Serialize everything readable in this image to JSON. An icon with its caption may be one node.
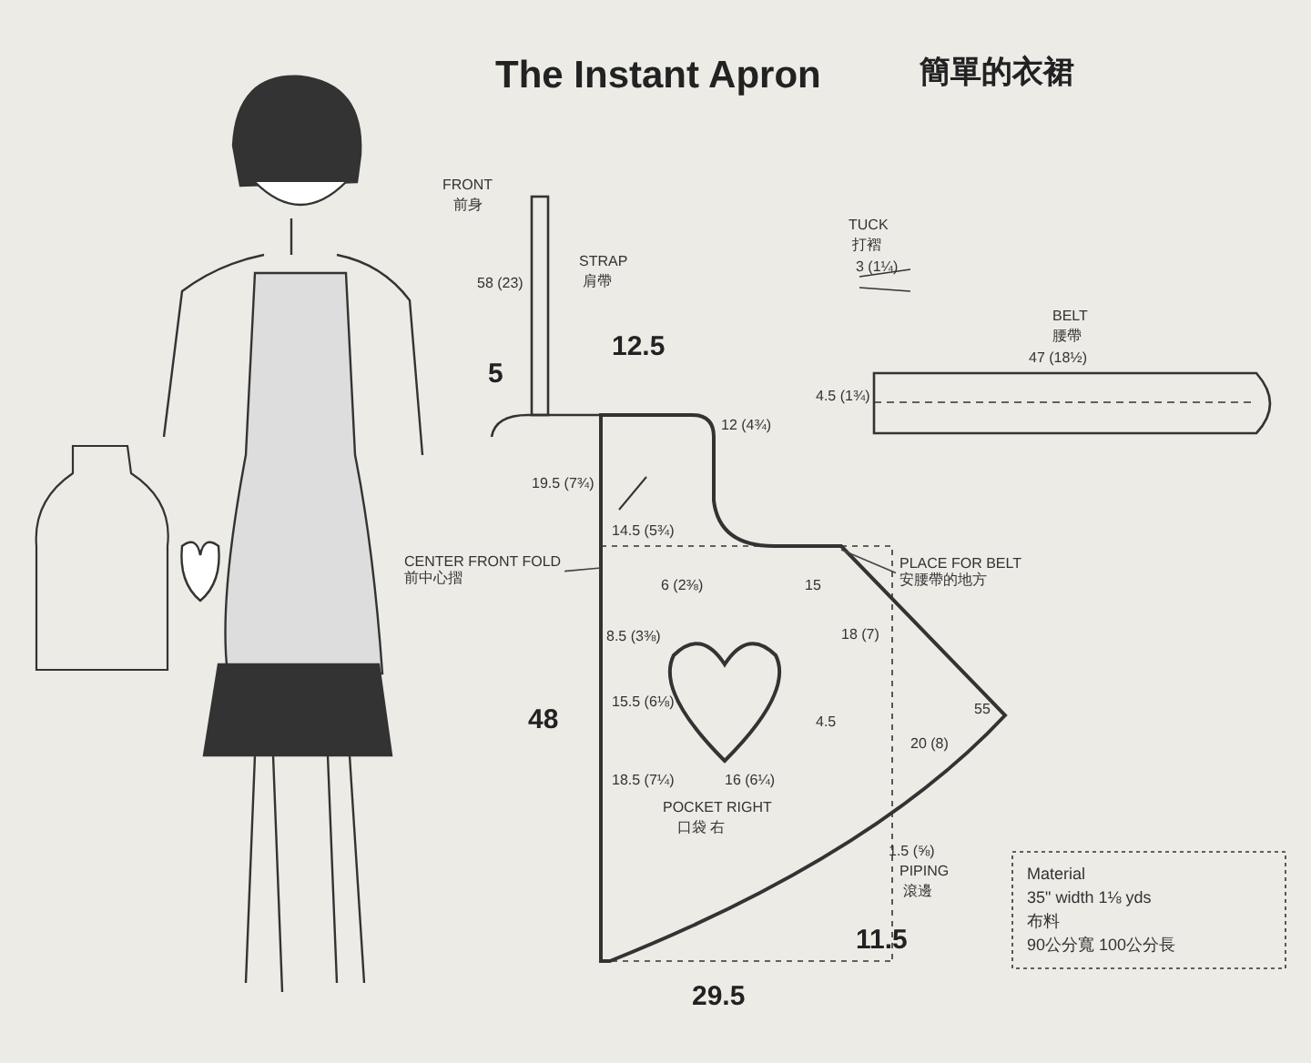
{
  "diagram": {
    "title": "The Instant Apron",
    "nodes": [
      {
        "text": [
          "CENTER FRONT FOLD",
          "前中心摺"
        ]
      },
      {
        "text": [
          "PLACE FOR BELT",
          "安腰帶的地方"
        ]
      },
      {
        "text": [
          "Material",
          "35\" width 1⅛ yds",
          "布料",
          "90公分寬 100公分長"
        ]
      }
    ],
    "edges": [
      {
        "from": 0,
        "to": null,
        "arrow": "none"
      },
      {
        "from": 1,
        "to": null,
        "arrow": "none"
      }
    ],
    "labels": [
      "簡單的衣裙",
      "FRONT",
      "前身",
      "STRAP",
      "肩帶",
      "58 (23)",
      "5",
      "12.5",
      "12 (4¾)",
      "19.5 (7¾)",
      "TUCK",
      "打褶",
      "3 (1¼)",
      "BELT",
      "腰帶",
      "47 (18½)",
      "4.5 (1¾)",
      "14.5 (5¾)",
      "6 (2⅜)",
      "8.5 (3⅜)",
      "15.5 (6⅛)",
      "18 (7)",
      "15",
      "48",
      "4.5",
      "20 (8)",
      "55",
      "18.5 (7¼)",
      "16 (6¼)",
      "POCKET RIGHT",
      "口袋 右",
      "1.5 (⅝)",
      "PIPING",
      "滾邊",
      "11.5",
      "29.5"
    ]
  }
}
